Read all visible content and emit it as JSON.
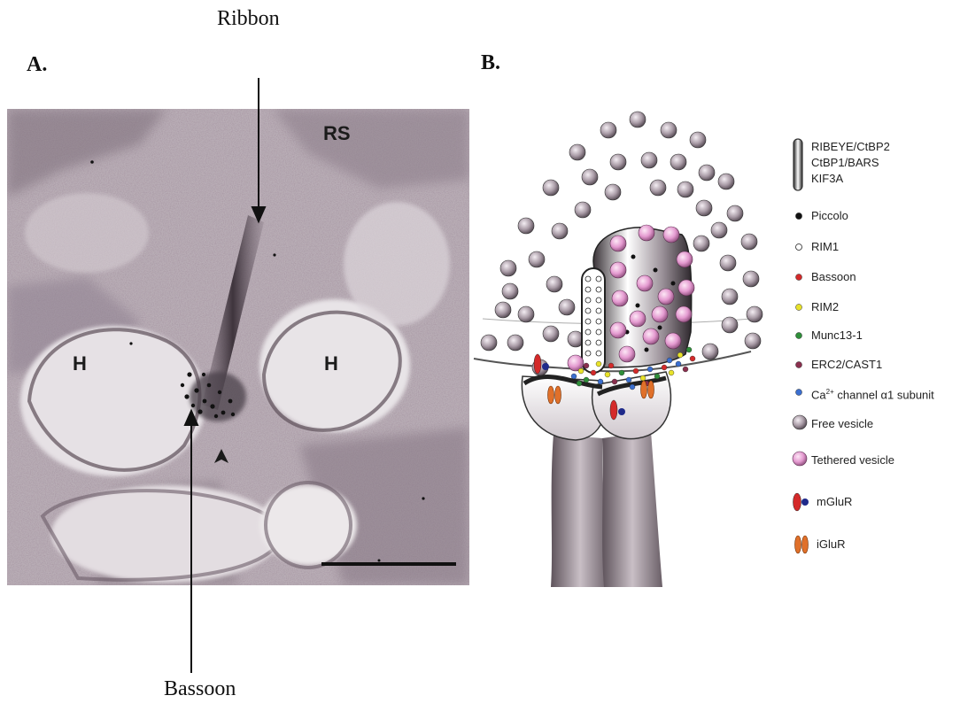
{
  "figure": {
    "callout_top": "Ribbon",
    "callout_bottom": "Bassoon",
    "panel_a_label": "A.",
    "panel_b_label": "B."
  },
  "micrograph": {
    "label_rs": "RS",
    "label_h_left": "H",
    "label_h_right": "H"
  },
  "legend": {
    "ribbon_proteins": [
      "RIBEYE/CtBP2",
      "CtBP1/BARS",
      "KIF3A"
    ],
    "items": [
      {
        "label": "Piccolo",
        "color": "#111111",
        "icon": "dot-icon"
      },
      {
        "label": "RIM1",
        "color": "#ffffff",
        "icon": "dot-icon"
      },
      {
        "label": "Bassoon",
        "color": "#d42a2a",
        "icon": "dot-icon"
      },
      {
        "label": "RIM2",
        "color": "#e8e22a",
        "icon": "dot-icon"
      },
      {
        "label": "Munc13-1",
        "color": "#2f8f3a",
        "icon": "dot-icon"
      },
      {
        "label": "ERC2/CAST1",
        "color": "#8a2f4e",
        "icon": "dot-icon"
      },
      {
        "label_prefix": "Ca",
        "label_sup": "2+",
        "label_suffix": " channel α1 subunit",
        "color": "#3b6fd0",
        "icon": "dot-icon"
      },
      {
        "label": "Free vesicle",
        "color": "#9a8e98",
        "icon": "vesicle-icon"
      },
      {
        "label": "Tethered vesicle",
        "color": "#e49ad0",
        "icon": "vesicle-icon"
      },
      {
        "label": "mGluR",
        "color": "#d42a2a",
        "icon": "receptor-icon"
      },
      {
        "label": "iGluR",
        "color": "#e0702a",
        "icon": "channel-icon"
      }
    ]
  }
}
